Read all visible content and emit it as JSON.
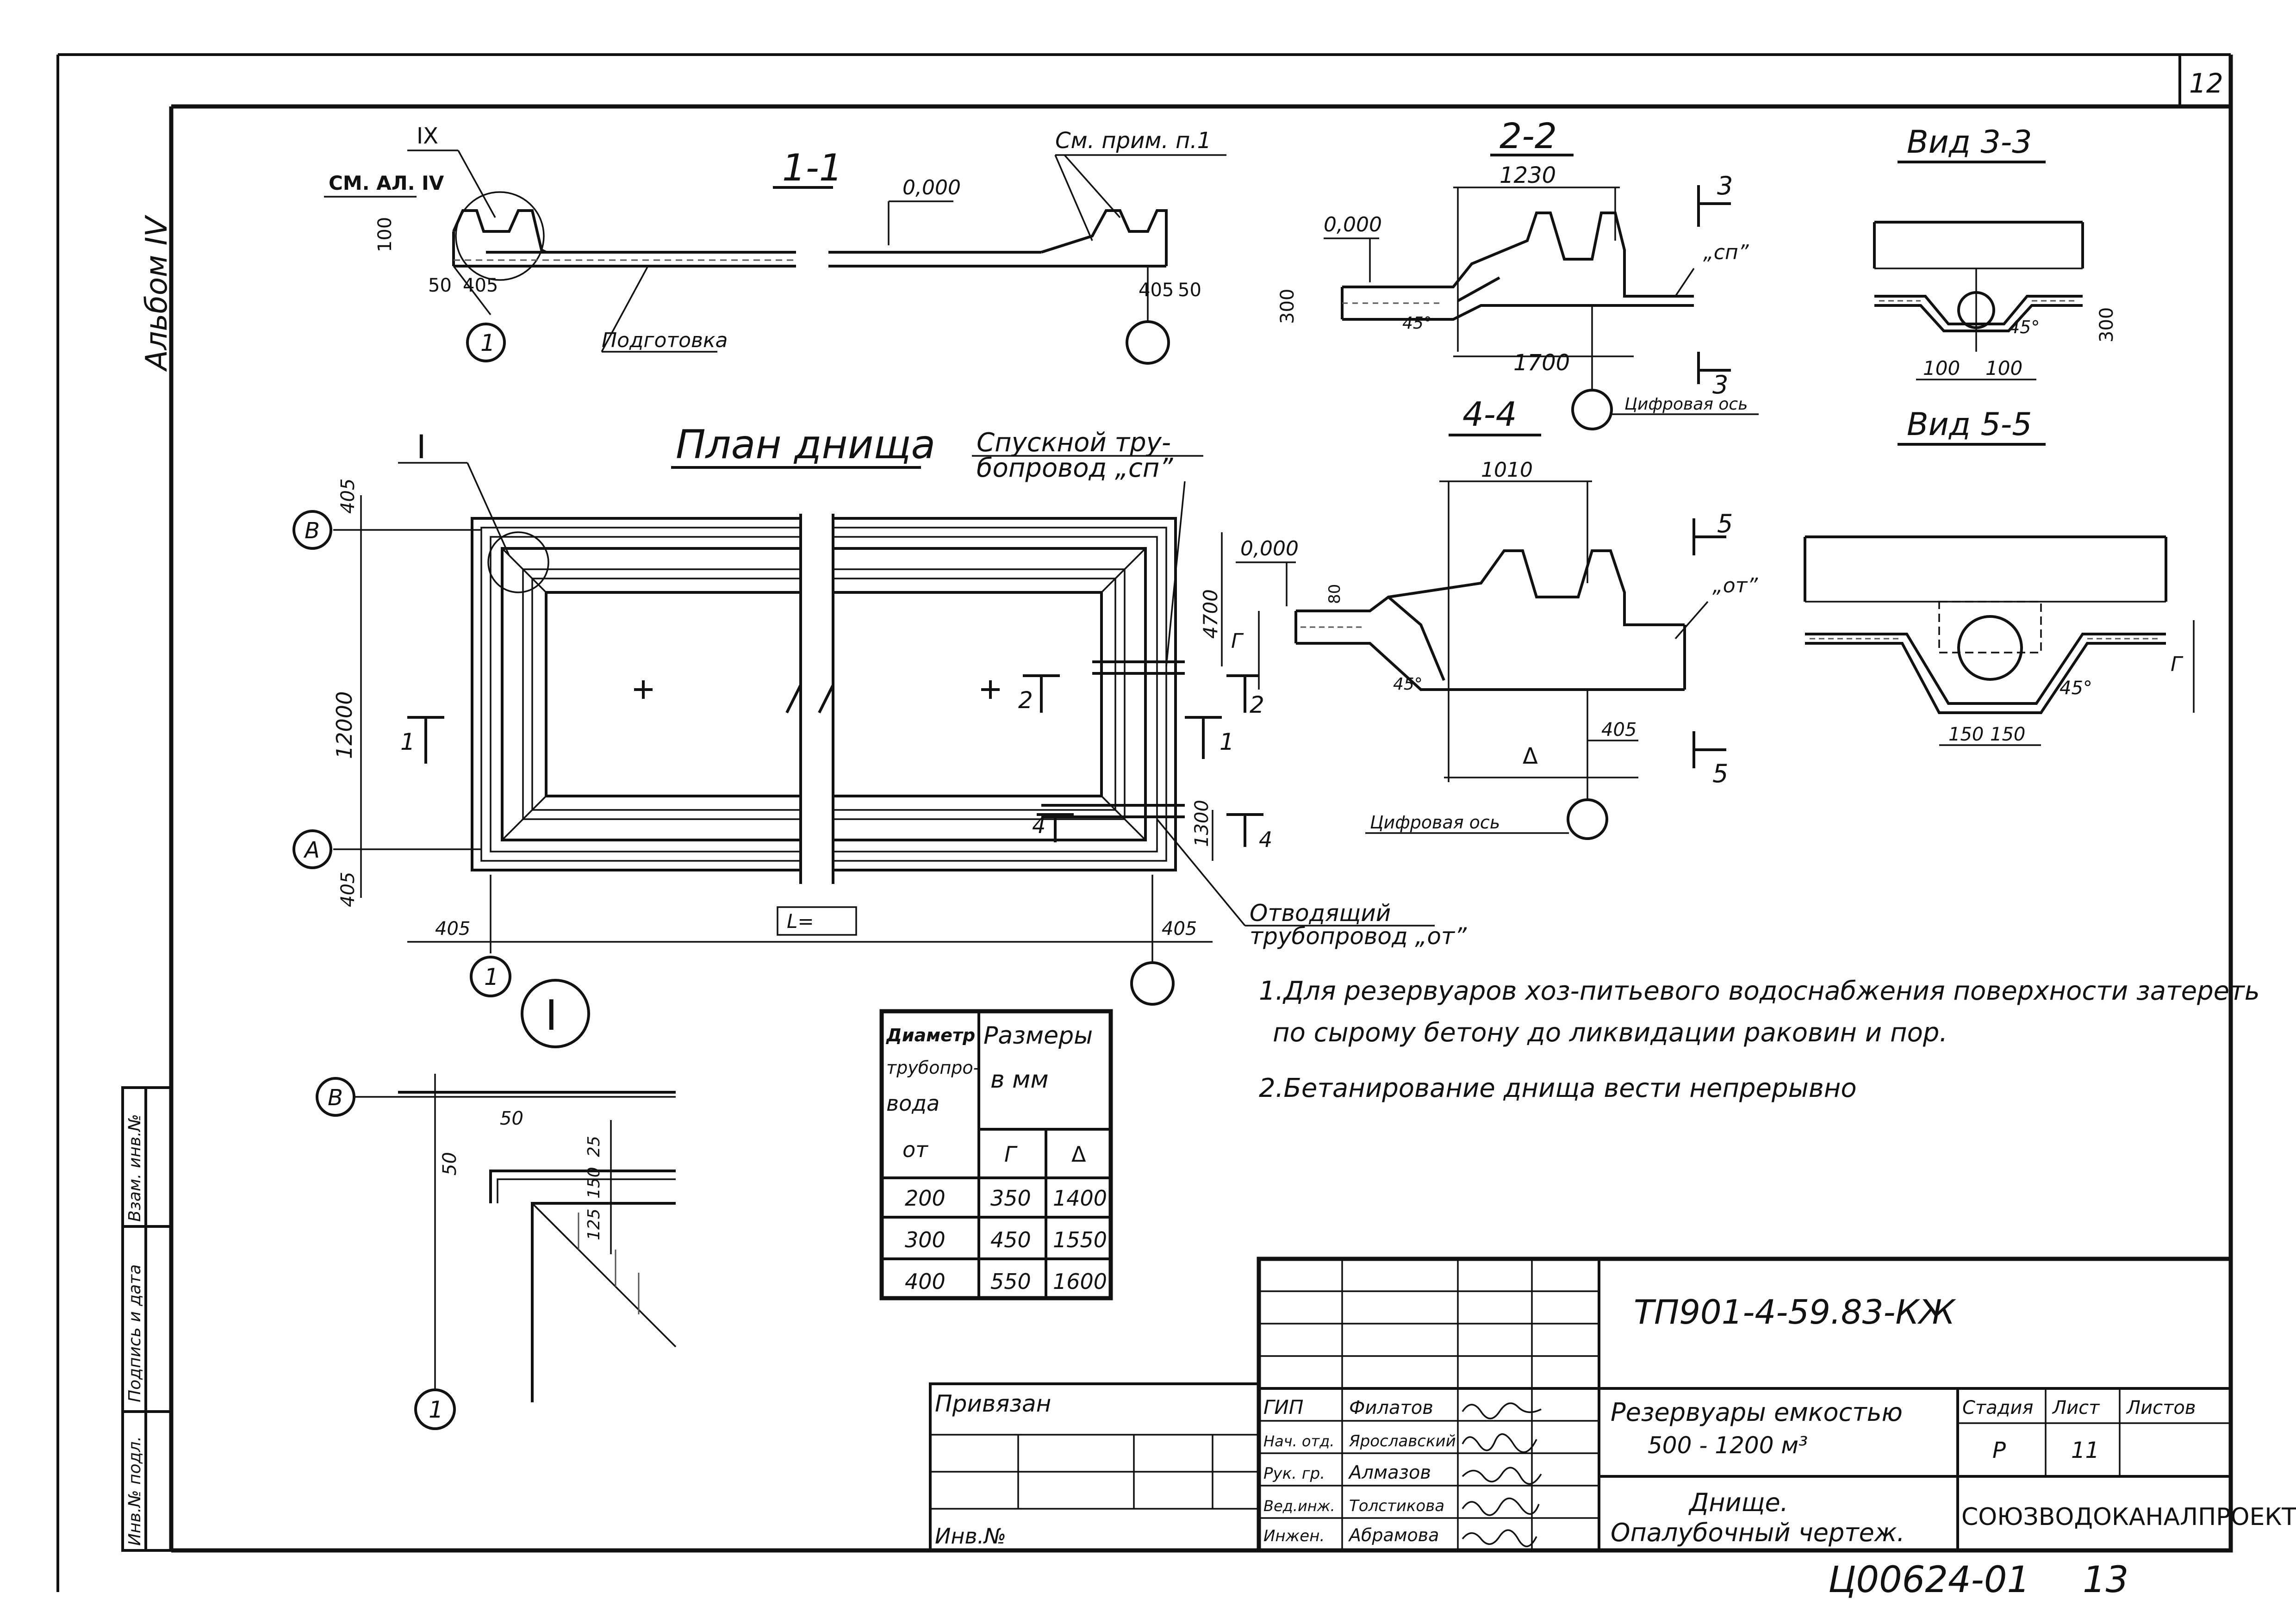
{
  "sheet": {
    "sheet_corner_number": "12",
    "album_label": "Альбом IV",
    "archive_number": "Ц00624-01",
    "archive_sheet": "13"
  },
  "section_1_1": {
    "title": "1-1",
    "ref_IX": "IX",
    "ref_note": "СМ. АЛ. IV",
    "see_note": "См. прим. п.1",
    "level": "0,000",
    "dim_height": "100",
    "dim_a": "50",
    "dim_b": "405",
    "dim_c": "405",
    "dim_d": "50",
    "label_prep": "Подготовка",
    "axis_1": "1"
  },
  "section_2_2": {
    "title": "2-2",
    "level": "0,000",
    "dim_top": "1230",
    "dim_bottom": "1700",
    "dim_height": "300",
    "angle": "45°",
    "pipe": "„сп”",
    "cut": "3",
    "axis_note": "Цифровая ось"
  },
  "view_3_3": {
    "title": "Вид 3-3",
    "dim_left": "100",
    "dim_right": "100",
    "dim_height": "300",
    "angle": "45°"
  },
  "section_4_4": {
    "title": "4-4",
    "level": "0,000",
    "dim_top": "1010",
    "dim_small": "80",
    "dim_r": "405",
    "dim_D": "Δ",
    "dim_G": "Г",
    "angle": "45°",
    "pipe": "„от”",
    "cut": "5",
    "axis_note": "Цифровая ось"
  },
  "view_5_5": {
    "title": "Вид 5-5",
    "dim_left": "150",
    "dim_right": "150",
    "dim_G": "Г",
    "angle": "45°"
  },
  "plan": {
    "title": "План днища",
    "drain_pipe_1": "Спускной тру-",
    "drain_pipe_2": "бопровод „сп”",
    "outlet_pipe_1": "Отводящий",
    "outlet_pipe_2": "трубопровод „от”",
    "node_ref": "I",
    "axis_B": "В",
    "axis_A": "А",
    "axis_1": "1",
    "dim_height": "12000",
    "dim_405_top": "405",
    "dim_405_bottom": "405",
    "dim_405_left": "405",
    "dim_405_right": "405",
    "dim_4700": "4700",
    "dim_1300": "1300",
    "dim_L": "L=",
    "cut_1": "1",
    "cut_2": "2",
    "cut_4": "4"
  },
  "node_I": {
    "title": "I",
    "axis_B": "В",
    "axis_1": "1",
    "d50a": "50",
    "d50b": "50",
    "d25": "25",
    "d150": "150",
    "d125": "125"
  },
  "table": {
    "header_col1": [
      "Диаметр",
      "трубопро-",
      "вода",
      "от"
    ],
    "header_col2": [
      "Размеры",
      "в мм"
    ],
    "sub_G": "Г",
    "sub_D": "Δ",
    "rows": [
      [
        "200",
        "350",
        "1400"
      ],
      [
        "300",
        "450",
        "1550"
      ],
      [
        "400",
        "550",
        "1600"
      ]
    ]
  },
  "notes": [
    "1.Для резервуаров хоз-питьевого водоснабжения поверхности затереть",
    "по сырому бетону до ликвидации раковин и пор.",
    "2.Бетанирование днища вести непрерывно"
  ],
  "side_stamp": [
    "Инв.№ подл.",
    "Подпись и дата",
    "Взам. инв.№"
  ],
  "title_block": {
    "code": "ТП901-4-59.83-КЖ",
    "project_1": "Резервуары емкостью",
    "project_2": "500 - 1200 м³",
    "sheet_1": "Днище.",
    "sheet_2": "Опалубочный чертеж.",
    "org": "СОЮЗВОДОКАНАЛПРОЕКТ",
    "col_stage": "Стадия",
    "col_sheet": "Лист",
    "col_sheets": "Листов",
    "stage": "Р",
    "sheet_no": "11",
    "bound": "Привязан",
    "inv": "Инв.№",
    "staff": [
      [
        "ГИП",
        "Филатов"
      ],
      [
        "Нач. отд.",
        "Ярославский"
      ],
      [
        "Рук. гр.",
        "Алмазов"
      ],
      [
        "Вед.инж.",
        "Толстикова"
      ],
      [
        "Инжен.",
        "Абрамова"
      ]
    ]
  }
}
